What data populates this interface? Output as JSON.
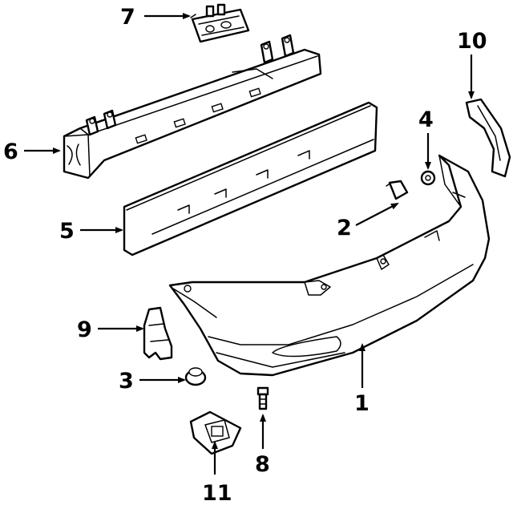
{
  "callouts": [
    {
      "id": "c1",
      "label": "1"
    },
    {
      "id": "c2",
      "label": "2"
    },
    {
      "id": "c3",
      "label": "3"
    },
    {
      "id": "c4",
      "label": "4"
    },
    {
      "id": "c5",
      "label": "5"
    },
    {
      "id": "c6",
      "label": "6"
    },
    {
      "id": "c7",
      "label": "7"
    },
    {
      "id": "c8",
      "label": "8"
    },
    {
      "id": "c9",
      "label": "9"
    },
    {
      "id": "c10",
      "label": "10"
    },
    {
      "id": "c11",
      "label": "11"
    }
  ]
}
